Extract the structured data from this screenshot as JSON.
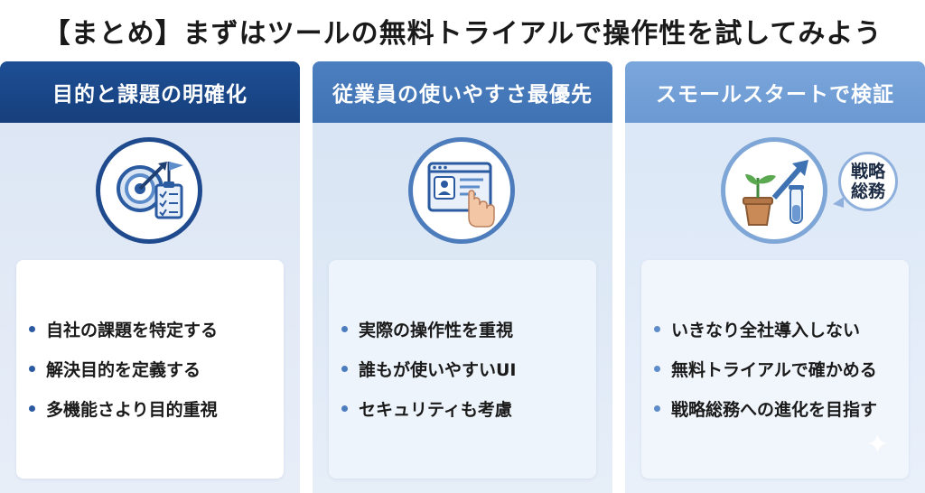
{
  "title": "【まとめ】まずはツールの無料トライアルで操作性を試してみよう",
  "cards": [
    {
      "heading": "目的と課題の明確化",
      "icon": "target-checklist-icon",
      "items": [
        "自社の課題を特定する",
        "解決目的を定義する",
        "多機能さより目的重視"
      ]
    },
    {
      "heading": "従業員の使いやすさ最優先",
      "icon": "profile-screen-tap-icon",
      "items": [
        "実際の操作性を重視",
        "誰もが使いやすいUI",
        "セキュリティも考慮"
      ]
    },
    {
      "heading": "スモールスタートで検証",
      "icon": "plant-growth-test-tube-icon",
      "badge": [
        "戦略",
        "総務"
      ],
      "items": [
        "いきなり全社導入しない",
        "無料トライアルで確かめる",
        "戦略総務への進化を目指す"
      ]
    }
  ],
  "colors": {
    "dark_blue": "#1d4f95",
    "mid_blue": "#4c7fc0",
    "light_blue": "#7aa6dc"
  }
}
